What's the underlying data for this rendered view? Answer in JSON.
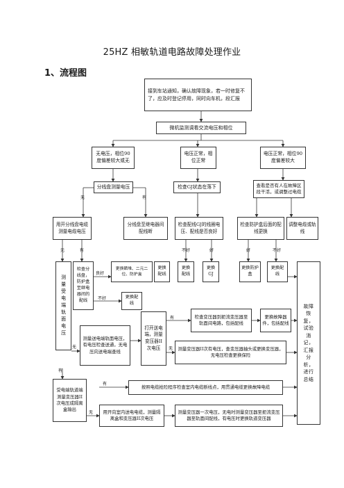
{
  "document": {
    "title": "25HZ 相敏轨道电路故障处理作业",
    "heading": "1、流程图"
  },
  "flowchart": {
    "start": "接到车站通知，确认故障现象，若一时修复不了，应及时登记停用，同时向车机，段汇报",
    "monitor": "微机监测调看交流电压和相位",
    "branch_no_voltage": "无电压，相位90度偏差较大或无",
    "branch_voltage_ok": "电压正常，相位正常",
    "branch_phase_off": "电压正常，相位90度偏差较大",
    "split_box_measure": "分线盘测量电压",
    "check_gj": "检查GJ状态在落下",
    "check_supply_line": "查看是否有人在故障区段干活，或调整过电缆",
    "use_split_cable": "用开分线盘电缆测量电缆电压",
    "split_to_equipment": "分线盘至继电器间配线断",
    "check_gj_wiring": "检查配线GJ的线圈电压、配线是否良好",
    "check_protector": "检查防护盒后面的配线更换",
    "adjust_cable": "调整电缆或轨线",
    "measure_rx_box": "测量受电端轨面电压",
    "check_split_protector": "检查分线盘，防护盒至继电器间的配线",
    "replace_bad_parts": "更换硒堆、二元二位、防护盒",
    "replace_wiring_1": "更换配线",
    "replace_wiring_2": "更换配线",
    "replace_gj": "更换GJ",
    "replace_protector": "更换防护盒",
    "replace_wiring_3": "更换配线",
    "replace_wiring_4": "更换配线",
    "conclude": "故障恢复，试验消记，汇报分析，进行总结",
    "measure_tx_box": "测量送电端轨面电压，有电压检查送通，无电压向送电端查线",
    "open_tx": "打开送电端，测量变压器II次电压",
    "check_transformer": "检查变压器到扼流变压器至轨面间电路，包括配线",
    "replace_fault": "更换故障器件，包括配线",
    "measure_transformer_ii": "测量变压器II次有电压，查变压器抽头或更换变压器，无电压检查更换保险",
    "rx_track_measure": "受电端轨道端测量变压器II次电压成隔离盒输出",
    "cable_fault": "按照电缆抢险程序检查室内电缆断线点，用贯通电缆更换故障电缆",
    "use_cable_tx": "用开向室内送电电缆，测量隔离盒和变压器II次电压",
    "measure_first": "测量变压器一次电压，无电时测量变压器至扼流变压器至轨面间配线，有电压时更换轨道变压器",
    "labels": {
      "none": "无",
      "has": "有",
      "good": "良好",
      "bad": "不好",
      "good2": "好"
    }
  }
}
